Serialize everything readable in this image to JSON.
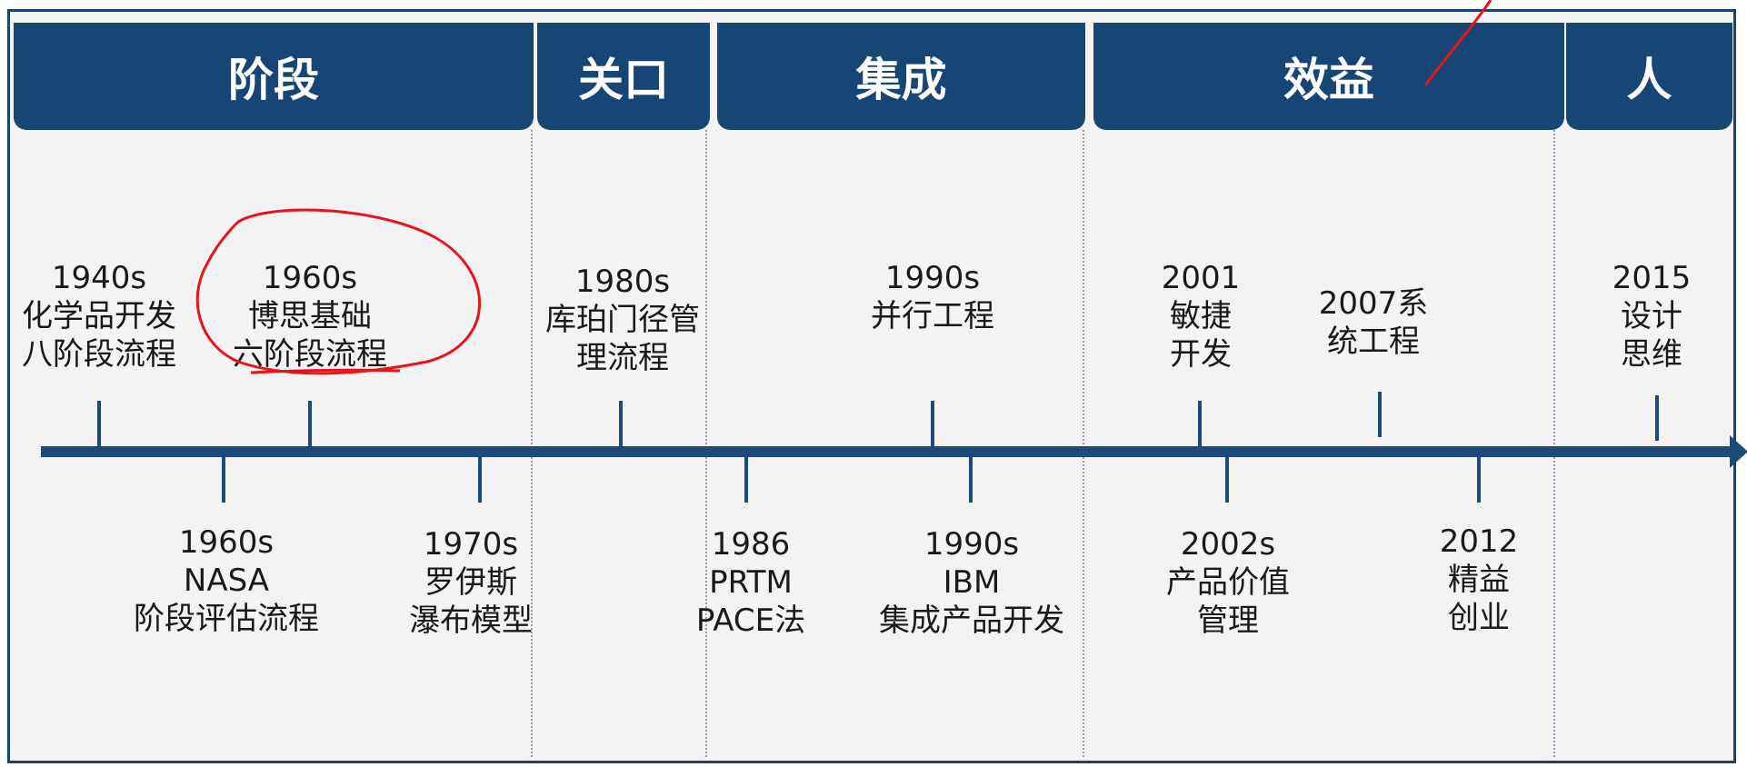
{
  "headers": [
    "阶段",
    "关口",
    "集成",
    "效益",
    "人"
  ],
  "events_above": [
    {
      "year": "1940s",
      "lines": [
        "化学品开发",
        "八阶段流程"
      ]
    },
    {
      "year": "1960s",
      "lines": [
        "博思基础",
        "六阶段流程"
      ]
    },
    {
      "year": "1980s",
      "lines": [
        "库珀门径管",
        "理流程"
      ]
    },
    {
      "year": "1990s",
      "lines": [
        "并行工程"
      ]
    },
    {
      "year": "2001",
      "lines": [
        "敏捷",
        "开发"
      ]
    },
    {
      "year": "2007系",
      "lines": [
        "统工程"
      ]
    },
    {
      "year": "2015",
      "lines": [
        "设计",
        "思维"
      ]
    }
  ],
  "events_below": [
    {
      "year": "1960s",
      "lines": [
        "NASA",
        "阶段评估流程"
      ]
    },
    {
      "year": "1970s",
      "lines": [
        "罗伊斯",
        "瀑布模型"
      ]
    },
    {
      "year": "1986",
      "lines": [
        "PRTM",
        "PACE法"
      ]
    },
    {
      "year": "1990s",
      "lines": [
        "IBM",
        "集成产品开发"
      ]
    },
    {
      "year": "2002s",
      "lines": [
        "产品价值",
        "管理"
      ]
    },
    {
      "year": "2012",
      "lines": [
        "精益",
        "创业"
      ]
    }
  ],
  "colors": {
    "header_bg": "#174574",
    "axis": "#1d4a78",
    "panel_bg": "#f3f3f3",
    "annotation": "#e8141b"
  }
}
